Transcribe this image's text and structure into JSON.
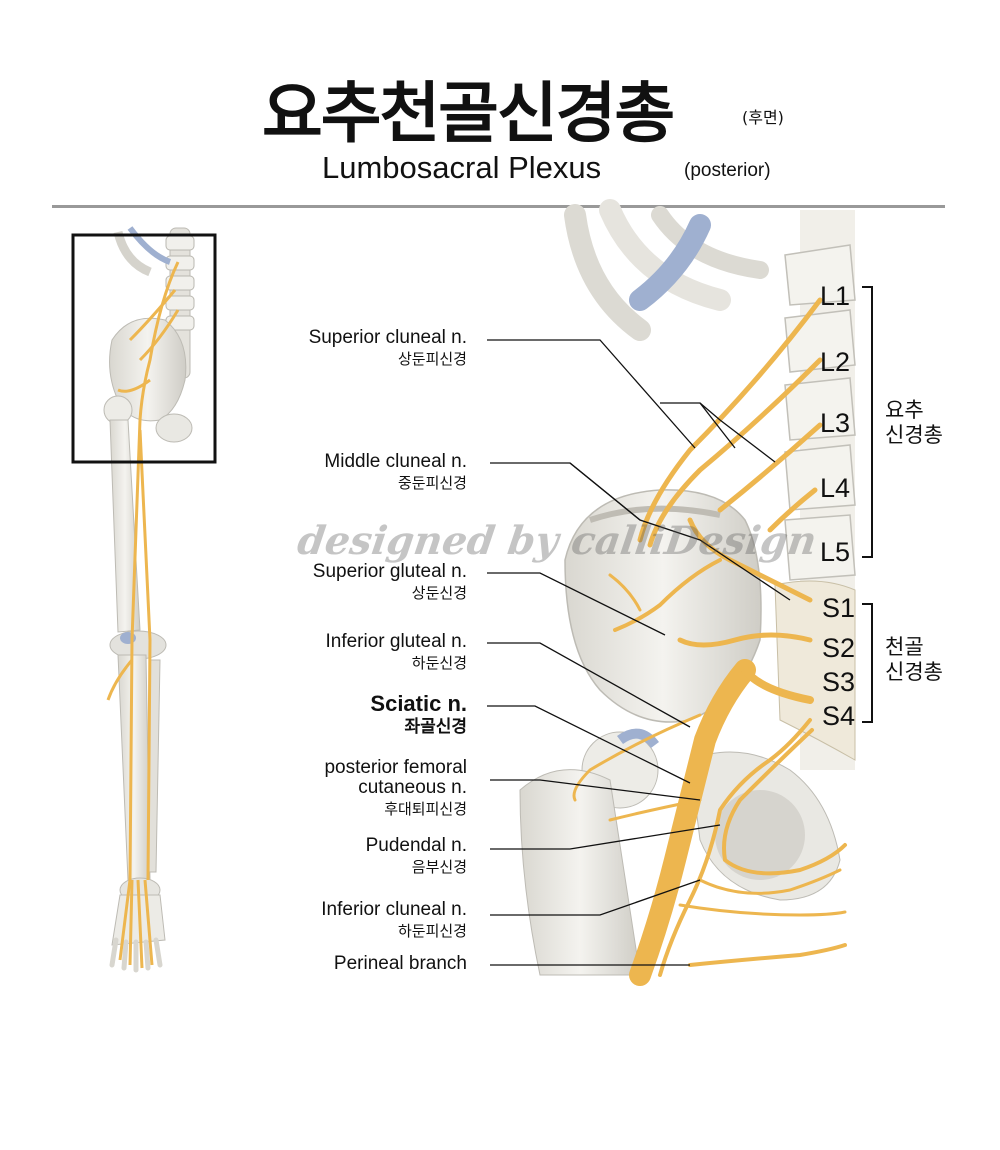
{
  "title": {
    "korean": "요추천골신경총",
    "korean_note": "(후면)",
    "english": "Lumbosacral Plexus",
    "english_note": "(posterior)"
  },
  "labels": [
    {
      "en": "Superior cluneal n.",
      "ko": "상둔피신경"
    },
    {
      "en": "Middle cluneal n.",
      "ko": "중둔피신경"
    },
    {
      "en": "Superior gluteal n.",
      "ko": "상둔신경"
    },
    {
      "en": "Inferior gluteal n.",
      "ko": "하둔신경"
    },
    {
      "en": "Sciatic n.",
      "ko": "좌골신경"
    },
    {
      "en": "posterior femoral",
      "en2": "cutaneous n.",
      "ko": "후대퇴피신경"
    },
    {
      "en": "Pudendal n.",
      "ko": "음부신경"
    },
    {
      "en": "Inferior cluneal n.",
      "ko": "하둔피신경"
    },
    {
      "en": "Perineal branch"
    }
  ],
  "segments": {
    "lumbar": [
      "L1",
      "L2",
      "L3",
      "L4",
      "L5"
    ],
    "sacral": [
      "S1",
      "S2",
      "S3",
      "S4"
    ]
  },
  "groups": {
    "lumbar": {
      "line1": "요추",
      "line2": "신경총"
    },
    "sacral": {
      "line1": "천골",
      "line2": "신경총"
    }
  },
  "watermark": "designed by calliDesign",
  "colors": {
    "nerve": "#EDB64F",
    "nerve_dark": "#C8902E",
    "bone": "#ECEAE4",
    "bone_shadow": "#C9C7C0",
    "vessel": "#9FB0D0",
    "leader": "#111111"
  }
}
